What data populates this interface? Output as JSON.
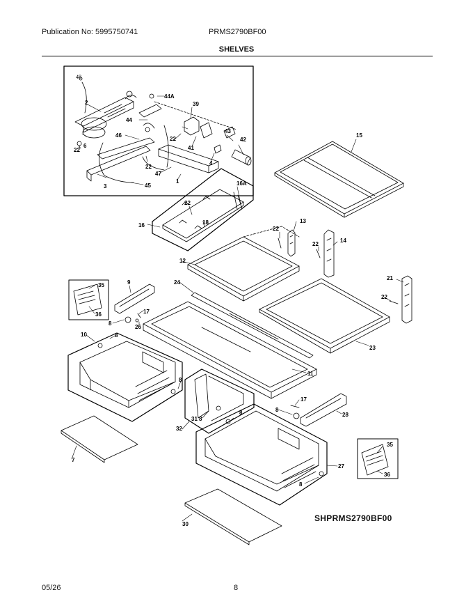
{
  "header": {
    "publication": "Publication No: 5995750741",
    "model": "PRMS2790BF00",
    "section_title": "SHELVES"
  },
  "diagram": {
    "callouts": [
      "48",
      "44A",
      "2",
      "39",
      "44",
      "22",
      "43",
      "6",
      "46",
      "41",
      "42",
      "22",
      "4",
      "22",
      "47",
      "1",
      "3",
      "45",
      "15",
      "16A",
      "22",
      "16",
      "18",
      "13",
      "22",
      "14",
      "22",
      "12",
      "21",
      "35",
      "9",
      "24",
      "22",
      "36",
      "17",
      "8",
      "26",
      "23",
      "10",
      "8",
      "11",
      "8",
      "17",
      "8",
      "8",
      "28",
      "32",
      "31",
      "8",
      "35",
      "7",
      "27",
      "36",
      "8",
      "30"
    ],
    "code": "SHPRMS2790BF00"
  },
  "footer": {
    "date": "05/26",
    "page": "8"
  }
}
